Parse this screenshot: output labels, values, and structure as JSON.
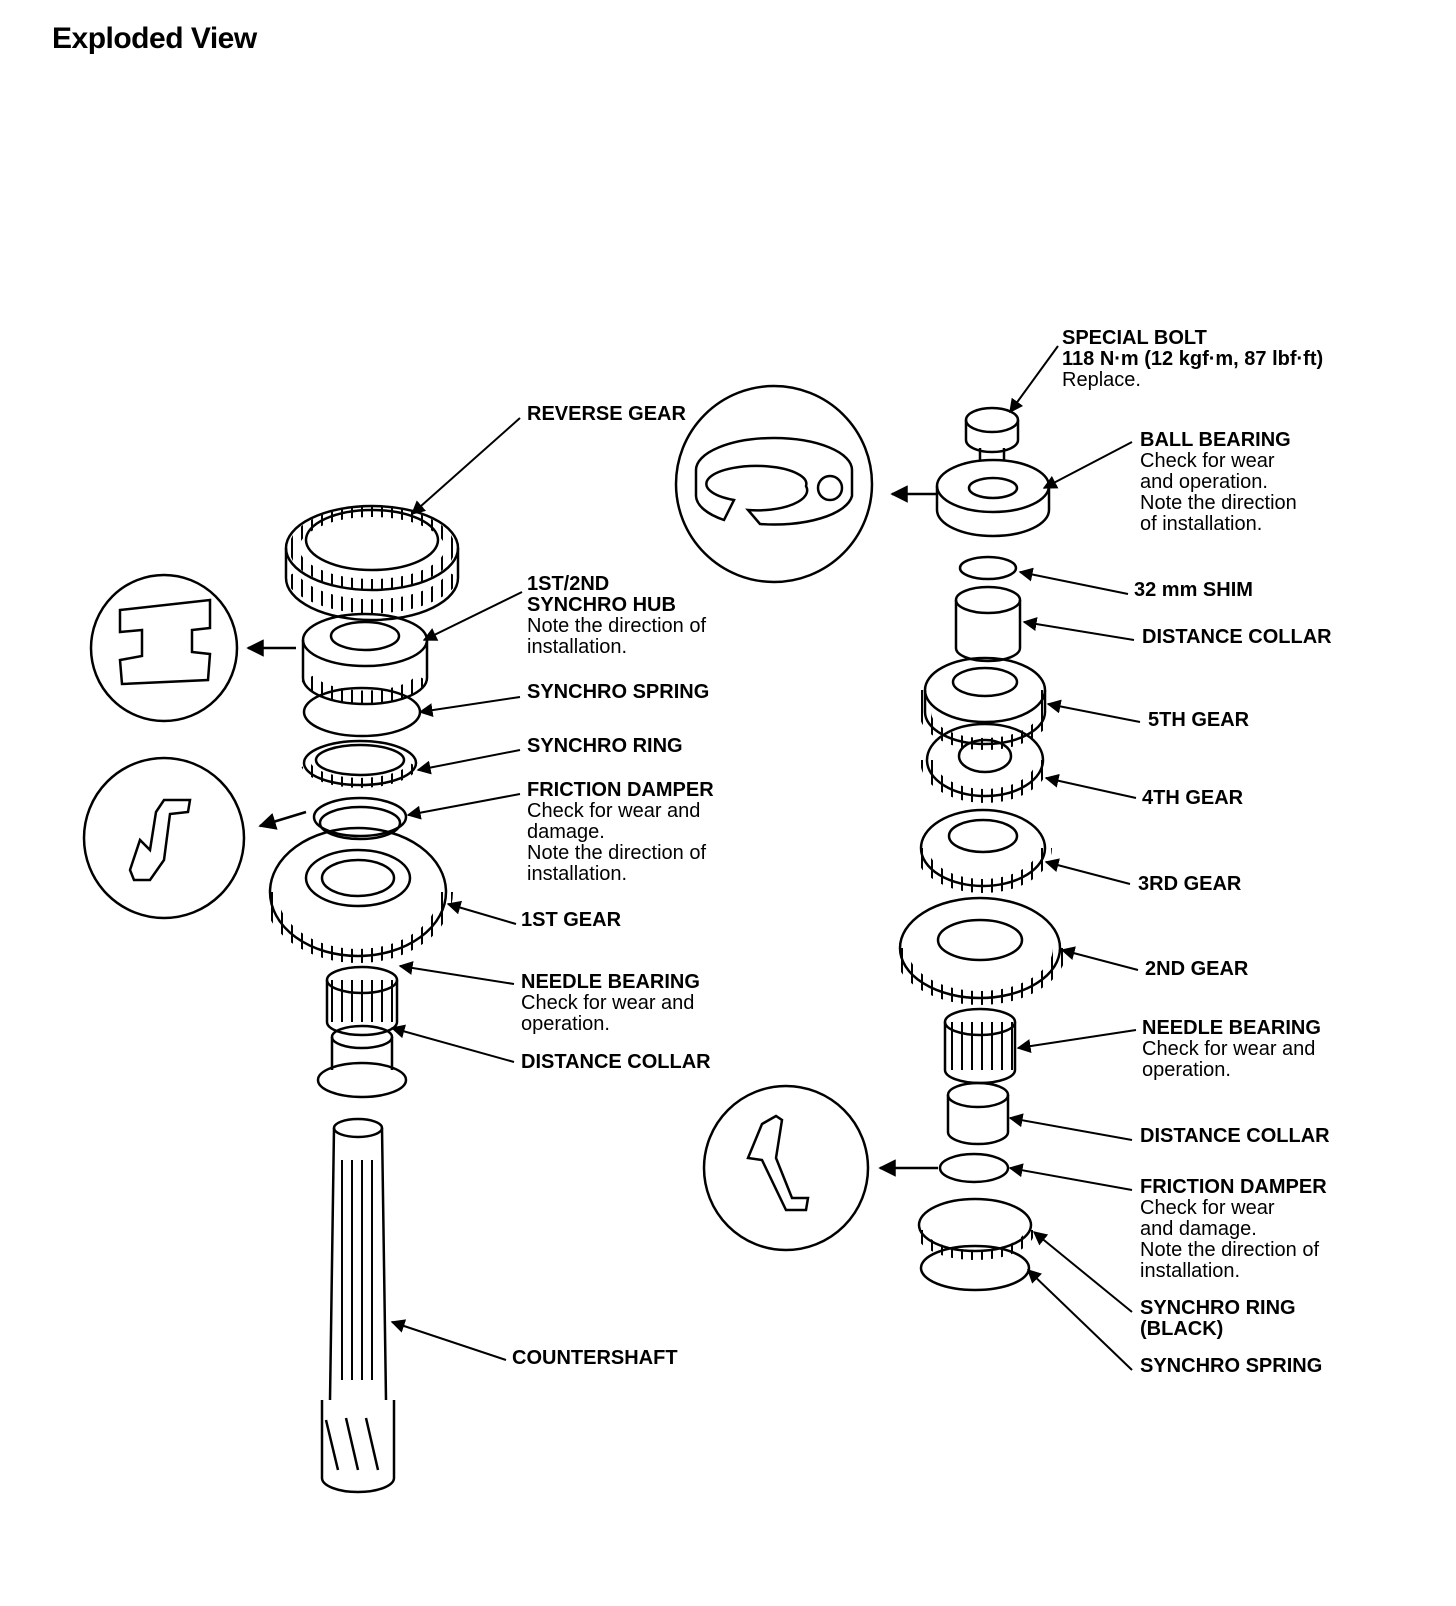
{
  "title": "Exploded View",
  "left_labels": {
    "reverse_gear": {
      "h": "REVERSE GEAR"
    },
    "synchro_hub": {
      "h1": "1ST/2ND",
      "h2": "SYNCHRO HUB",
      "n1": "Note the direction of",
      "n2": "installation."
    },
    "synchro_spring": {
      "h": "SYNCHRO SPRING"
    },
    "synchro_ring": {
      "h": "SYNCHRO RING"
    },
    "friction_damper": {
      "h": "FRICTION DAMPER",
      "n1": "Check for wear and",
      "n2": "damage.",
      "n3": "Note the direction of",
      "n4": "installation."
    },
    "first_gear": {
      "h": "1ST GEAR"
    },
    "needle_bearing": {
      "h": "NEEDLE BEARING",
      "n1": "Check for wear and",
      "n2": "operation."
    },
    "distance_collar": {
      "h": "DISTANCE COLLAR"
    },
    "countershaft": {
      "h": "COUNTERSHAFT"
    }
  },
  "right_labels": {
    "special_bolt": {
      "h": "SPECIAL BOLT",
      "h2": "118 N·m (12 kgf·m, 87 lbf·ft)",
      "n1": "Replace."
    },
    "ball_bearing": {
      "h": "BALL BEARING",
      "n1": "Check for wear",
      "n2": "and operation.",
      "n3": "Note the direction",
      "n4": "of installation."
    },
    "shim": {
      "h": "32 mm SHIM"
    },
    "distance_collar_top": {
      "h": "DISTANCE COLLAR"
    },
    "fifth_gear": {
      "h": "5TH GEAR"
    },
    "fourth_gear": {
      "h": "4TH GEAR"
    },
    "third_gear": {
      "h": "3RD GEAR"
    },
    "second_gear": {
      "h": "2ND GEAR"
    },
    "needle_bearing": {
      "h": "NEEDLE BEARING",
      "n1": "Check for wear and",
      "n2": "operation."
    },
    "distance_collar_bottom": {
      "h": "DISTANCE COLLAR"
    },
    "friction_damper": {
      "h": "FRICTION DAMPER",
      "n1": "Check for wear",
      "n2": "and damage.",
      "n3": "Note the direction of",
      "n4": "installation."
    },
    "synchro_ring": {
      "h": "SYNCHRO RING",
      "h2": "(BLACK)"
    },
    "synchro_spring": {
      "h": "SYNCHRO SPRING"
    }
  }
}
